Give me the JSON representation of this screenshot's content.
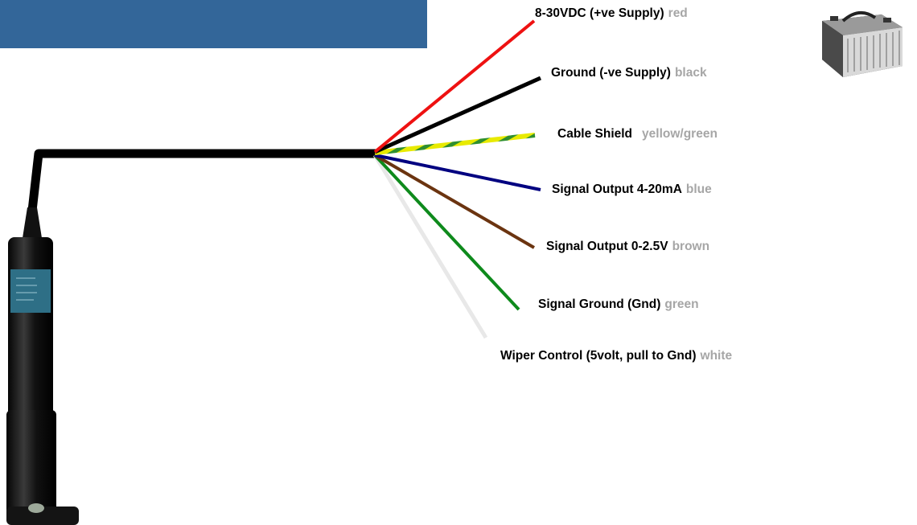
{
  "colors": {
    "header_band": "#336699",
    "wire_red": "#ee1111",
    "wire_black": "#000000",
    "wire_yellow": "#e8ea00",
    "wire_green_stripe": "#2f8f2f",
    "wire_blue": "#000080",
    "wire_brown": "#6b3410",
    "wire_green": "#0e8a1c",
    "wire_white": "#e8e8e8",
    "color_word": "#a6a6a6"
  },
  "wires": [
    {
      "id": "red",
      "label": "8-30VDC   (+ve Supply)",
      "color_word": "red"
    },
    {
      "id": "black",
      "label": "Ground  (-ve Supply)",
      "color_word": "black"
    },
    {
      "id": "shield",
      "label": "Cable Shield",
      "color_word": "yellow/green"
    },
    {
      "id": "blue",
      "label": "Signal Output 4-20mA",
      "color_word": "blue"
    },
    {
      "id": "brown",
      "label": "Signal Output 0-2.5V",
      "color_word": "brown"
    },
    {
      "id": "green",
      "label": "Signal Ground (Gnd)",
      "color_word": "green"
    },
    {
      "id": "white",
      "label": "Wiper Control (5volt, pull to Gnd)",
      "color_word": "white"
    }
  ],
  "icons": {
    "battery": "battery-icon",
    "sensor": "sensor-probe-icon"
  }
}
